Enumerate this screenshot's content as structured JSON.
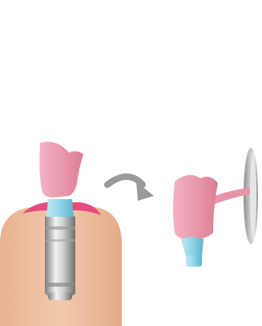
{
  "diagram": {
    "left_assembly": {
      "parts": [
        "pink-tissue-crown-model",
        "gingiva-rim",
        "light-blue-abutment",
        "silver-implant-analog",
        "beige-model-base"
      ]
    },
    "arrow": {
      "direction": "right-down",
      "icon": "curved-arrow-icon"
    },
    "right_assembly": {
      "parts": [
        "pink-tissue-crown-model",
        "light-blue-abutment",
        "transfer-stem",
        "grey-disc-holder"
      ]
    },
    "colors": {
      "skin_base": "#eec3a4",
      "skin_base_dark": "#e2a985",
      "gum": "#e34c7c",
      "crown_pink": "#e893a8",
      "crown_pink_light": "#f1b0bf",
      "abutment_blue": "#8fd4e8",
      "abutment_blue_dark": "#62b8d2",
      "metal_light": "#e9e9e9",
      "metal_dark": "#8a8a8a",
      "arrow_grey": "#9a9a9a",
      "disc_grey": "#b9b9b9"
    }
  }
}
